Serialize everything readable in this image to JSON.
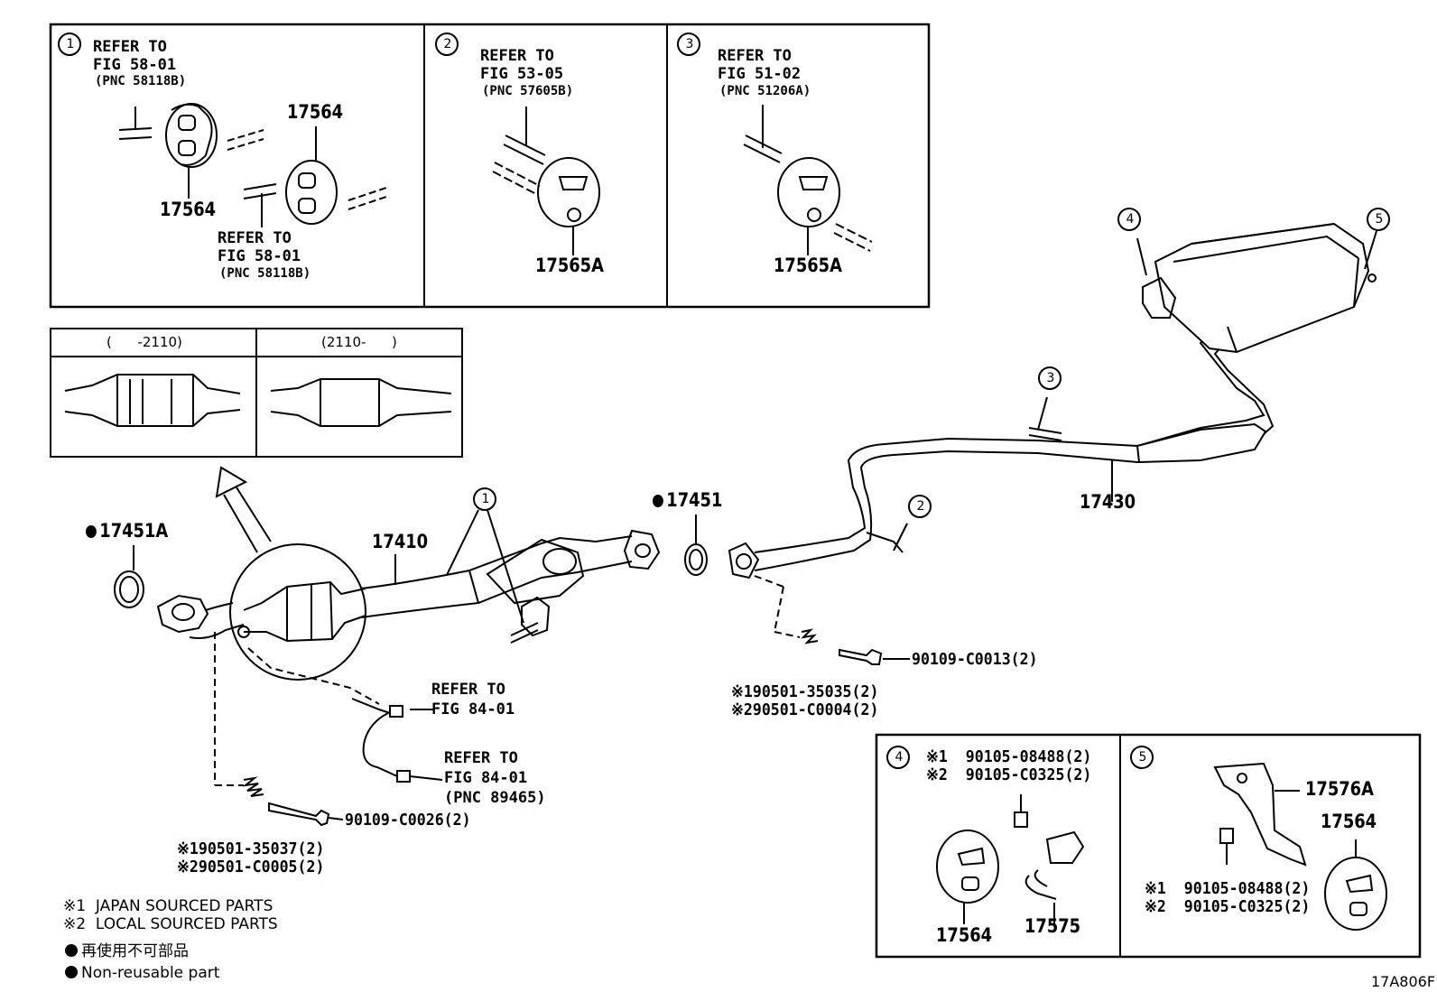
{
  "legend": {
    "japan": "※1  JAPAN SOURCED PARTS",
    "local": "※2  LOCAL SOURCED PARTS",
    "nonreusable_jp": "再使用不可部品",
    "nonreusable_en": "Non-reusable part"
  },
  "diagram_code": "17A806F",
  "callouts": {
    "one": "1",
    "two": "2",
    "three": "3",
    "four": "4",
    "five": "5"
  },
  "inset1": {
    "num": "1",
    "ref1_a": "REFER TO",
    "ref1_b": "FIG 58-01",
    "ref1_c": "(PNC 58118B)",
    "part_a": "17564",
    "part_b": "17564",
    "ref2_a": "REFER TO",
    "ref2_b": "FIG 58-01",
    "ref2_c": "(PNC 58118B)"
  },
  "inset2": {
    "num": "2",
    "ref_a": "REFER TO",
    "ref_b": "FIG 53-05",
    "ref_c": "(PNC 57605B)",
    "part": "17565A"
  },
  "inset3": {
    "num": "3",
    "ref_a": "REFER TO",
    "ref_b": "FIG 51-02",
    "ref_c": "(PNC 51206A)",
    "part": "17565A"
  },
  "variant": {
    "left": "(      -2110)",
    "right": "(2110-      )"
  },
  "main": {
    "gasket_a": "17451A",
    "front_pipe": "17410",
    "gasket_b": "17451",
    "tail_pipe": "17430",
    "sensor_ref1_a": "REFER TO",
    "sensor_ref1_b": "FIG 84-01",
    "sensor_ref2_a": "REFER TO",
    "sensor_ref2_b": "FIG 84-01",
    "sensor_ref2_c": "(PNC 89465)",
    "bolt_front": "90109-C0026(2)",
    "spring_front_1": "※190501-35037(2)",
    "spring_front_2": "※290501-C0005(2)",
    "bolt_rear": "90109-C0013(2)",
    "spring_rear_1": "※190501-35035(2)",
    "spring_rear_2": "※290501-C0004(2)"
  },
  "inset4": {
    "num": "4",
    "bolt_1": "※1  90105-08488(2)",
    "bolt_2": "※2  90105-C0325(2)",
    "part_a": "17564",
    "part_b": "17575"
  },
  "inset5": {
    "num": "5",
    "bracket": "17576A",
    "part": "17564",
    "bolt_1": "※1  90105-08488(2)",
    "bolt_2": "※2  90105-C0325(2)"
  }
}
